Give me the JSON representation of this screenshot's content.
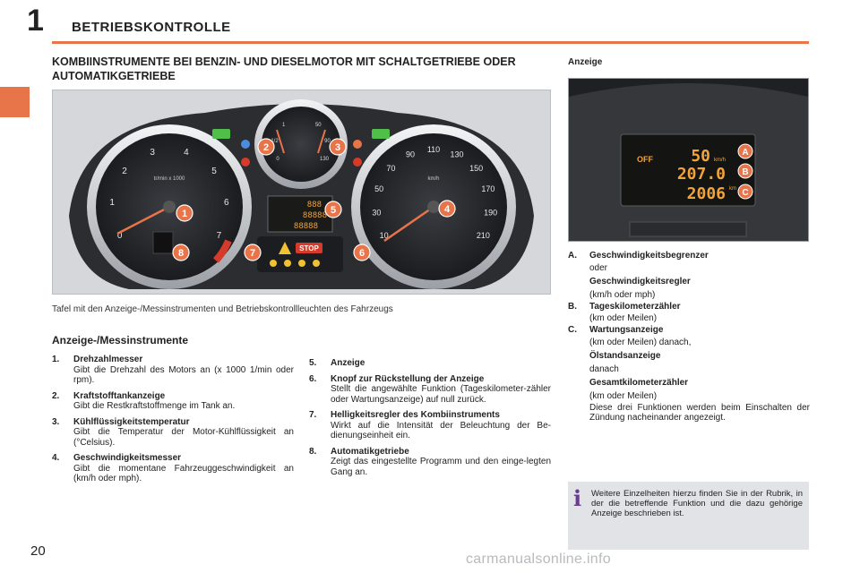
{
  "header": {
    "chapter_number": "1",
    "chapter_title": "BETRIEBSKONTROLLE"
  },
  "section_title": "KOMBIINSTRUMENTE BEI BENZIN- UND DIESELMOTOR MIT SCHALTGETRIEBE ODER AUTOMATIKGETRIEBE",
  "panel_figure": {
    "caption": "Tafel mit den Anzeige-/Messinstrumenten und Betriebskontrollleuchten des Fahrzeugs",
    "callouts": [
      "1",
      "2",
      "3",
      "4",
      "5",
      "6",
      "7",
      "8"
    ],
    "tacho_label": "tr/min x 1000",
    "speedo_label": "km/h",
    "tacho_ticks": [
      "0",
      "1",
      "2",
      "3",
      "4",
      "5",
      "6",
      "7"
    ],
    "speedo_ticks": [
      "10",
      "30",
      "50",
      "70",
      "90",
      "110",
      "130",
      "150",
      "170",
      "190",
      "210"
    ],
    "fuel_labels": [
      "0",
      "1/2",
      "1"
    ],
    "temp_labels": [
      "50",
      "90",
      "130"
    ],
    "stop_label": "STOP",
    "lcd_text": [
      "888",
      "88888",
      "88888"
    ],
    "accent_color": "#e8744a",
    "callout_color": "#e8744a"
  },
  "display_figure": {
    "label": "Anzeige",
    "off_text": "OFF",
    "speed_value": "50",
    "speed_unit": "km/h",
    "trip_value": "207.0",
    "total_value": "2006",
    "total_unit": "km",
    "callouts": [
      "A",
      "B",
      "C"
    ],
    "lcd_color": "#f2a33a"
  },
  "instruments_title": "Anzeige-/Messinstrumente",
  "list_left": [
    {
      "num": "1.",
      "title": "Drehzahlmesser",
      "desc": "Gibt die Drehzahl des Motors an (x 1000 1/min oder rpm)."
    },
    {
      "num": "2.",
      "title": "Kraftstofftankanzeige",
      "desc": "Gibt die Restkraftstoffmenge im Tank an."
    },
    {
      "num": "3.",
      "title": "Kühlflüssigkeitstemperatur",
      "desc": "Gibt die Temperatur der Motor-Kühlflüssigkeit an (°Celsius)."
    },
    {
      "num": "4.",
      "title": "Geschwindigkeitsmesser",
      "desc": "Gibt die momentane Fahrzeuggeschwindigkeit an (km/h oder mph)."
    }
  ],
  "list_mid": [
    {
      "num": "5.",
      "title": "Anzeige",
      "desc": ""
    },
    {
      "num": "6.",
      "title": "Knopf zur Rückstellung der Anzeige",
      "desc": "Stellt die angewählte Funktion (Tageskilometer-zähler oder Wartungsanzeige) auf null zurück."
    },
    {
      "num": "7.",
      "title": "Helligkeitsregler des Kombiinstruments",
      "desc": "Wirkt auf die Intensität der Beleuchtung der Be-dienungseinheit ein."
    },
    {
      "num": "8.",
      "title": "Automatikgetriebe",
      "desc": "Zeigt das eingestellte Programm und den einge-legten Gang an."
    }
  ],
  "list_right": {
    "A": {
      "title": "Geschwindigkeitsbegrenzer",
      "l1": "oder",
      "l2": "Geschwindigkeitsregler",
      "l3": "(km/h oder mph)"
    },
    "B": {
      "title": "Tageskilometerzähler",
      "l1": "(km oder Meilen)"
    },
    "C": {
      "title": "Wartungsanzeige",
      "l1": "(km oder Meilen) danach,",
      "l2": "Ölstandsanzeige",
      "l3": "danach",
      "l4": "Gesamtkilometerzähler",
      "l5": "(km oder Meilen)",
      "l6": "Diese drei Funktionen werden beim Einschalten der Zündung nacheinander angezeigt."
    },
    "labels": {
      "A": "A.",
      "B": "B.",
      "C": "C."
    }
  },
  "info_box": {
    "icon": "i",
    "text": "Weitere Einzelheiten hierzu finden Sie in der Rubrik, in der die betreffende Funktion und die dazu gehörige Anzeige beschrieben ist."
  },
  "page_number": "20",
  "watermark": "carmanualsonline.info"
}
